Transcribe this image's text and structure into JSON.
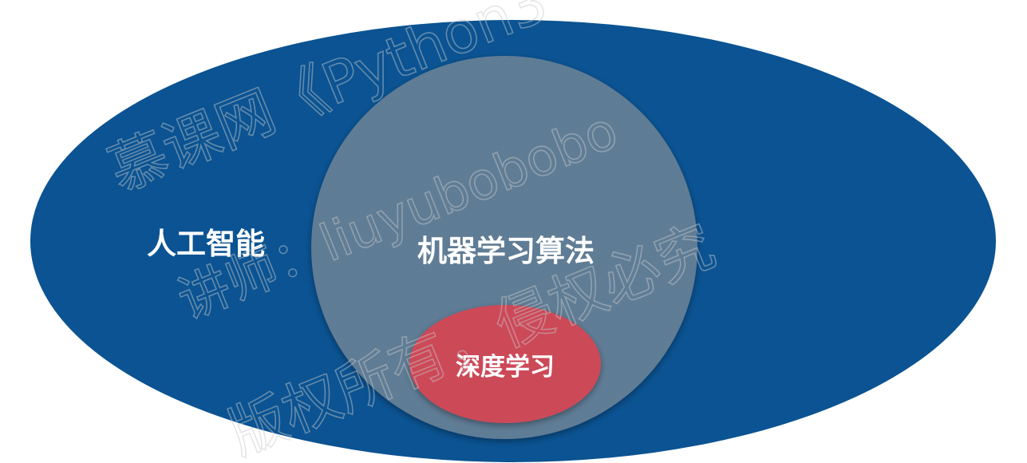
{
  "diagram": {
    "outer_label": "人工智能",
    "middle_label": "机器学习算法",
    "inner_label": "深度学习"
  },
  "colors": {
    "outer": "#0b5392",
    "middle": "#5b7a94",
    "inner": "#cc4a59",
    "text": "#ffffff"
  },
  "watermark": {
    "line1": "慕课网《Python3",
    "line2": "讲师：liuyubobobo",
    "line3": "版权所有，侵权必究"
  }
}
